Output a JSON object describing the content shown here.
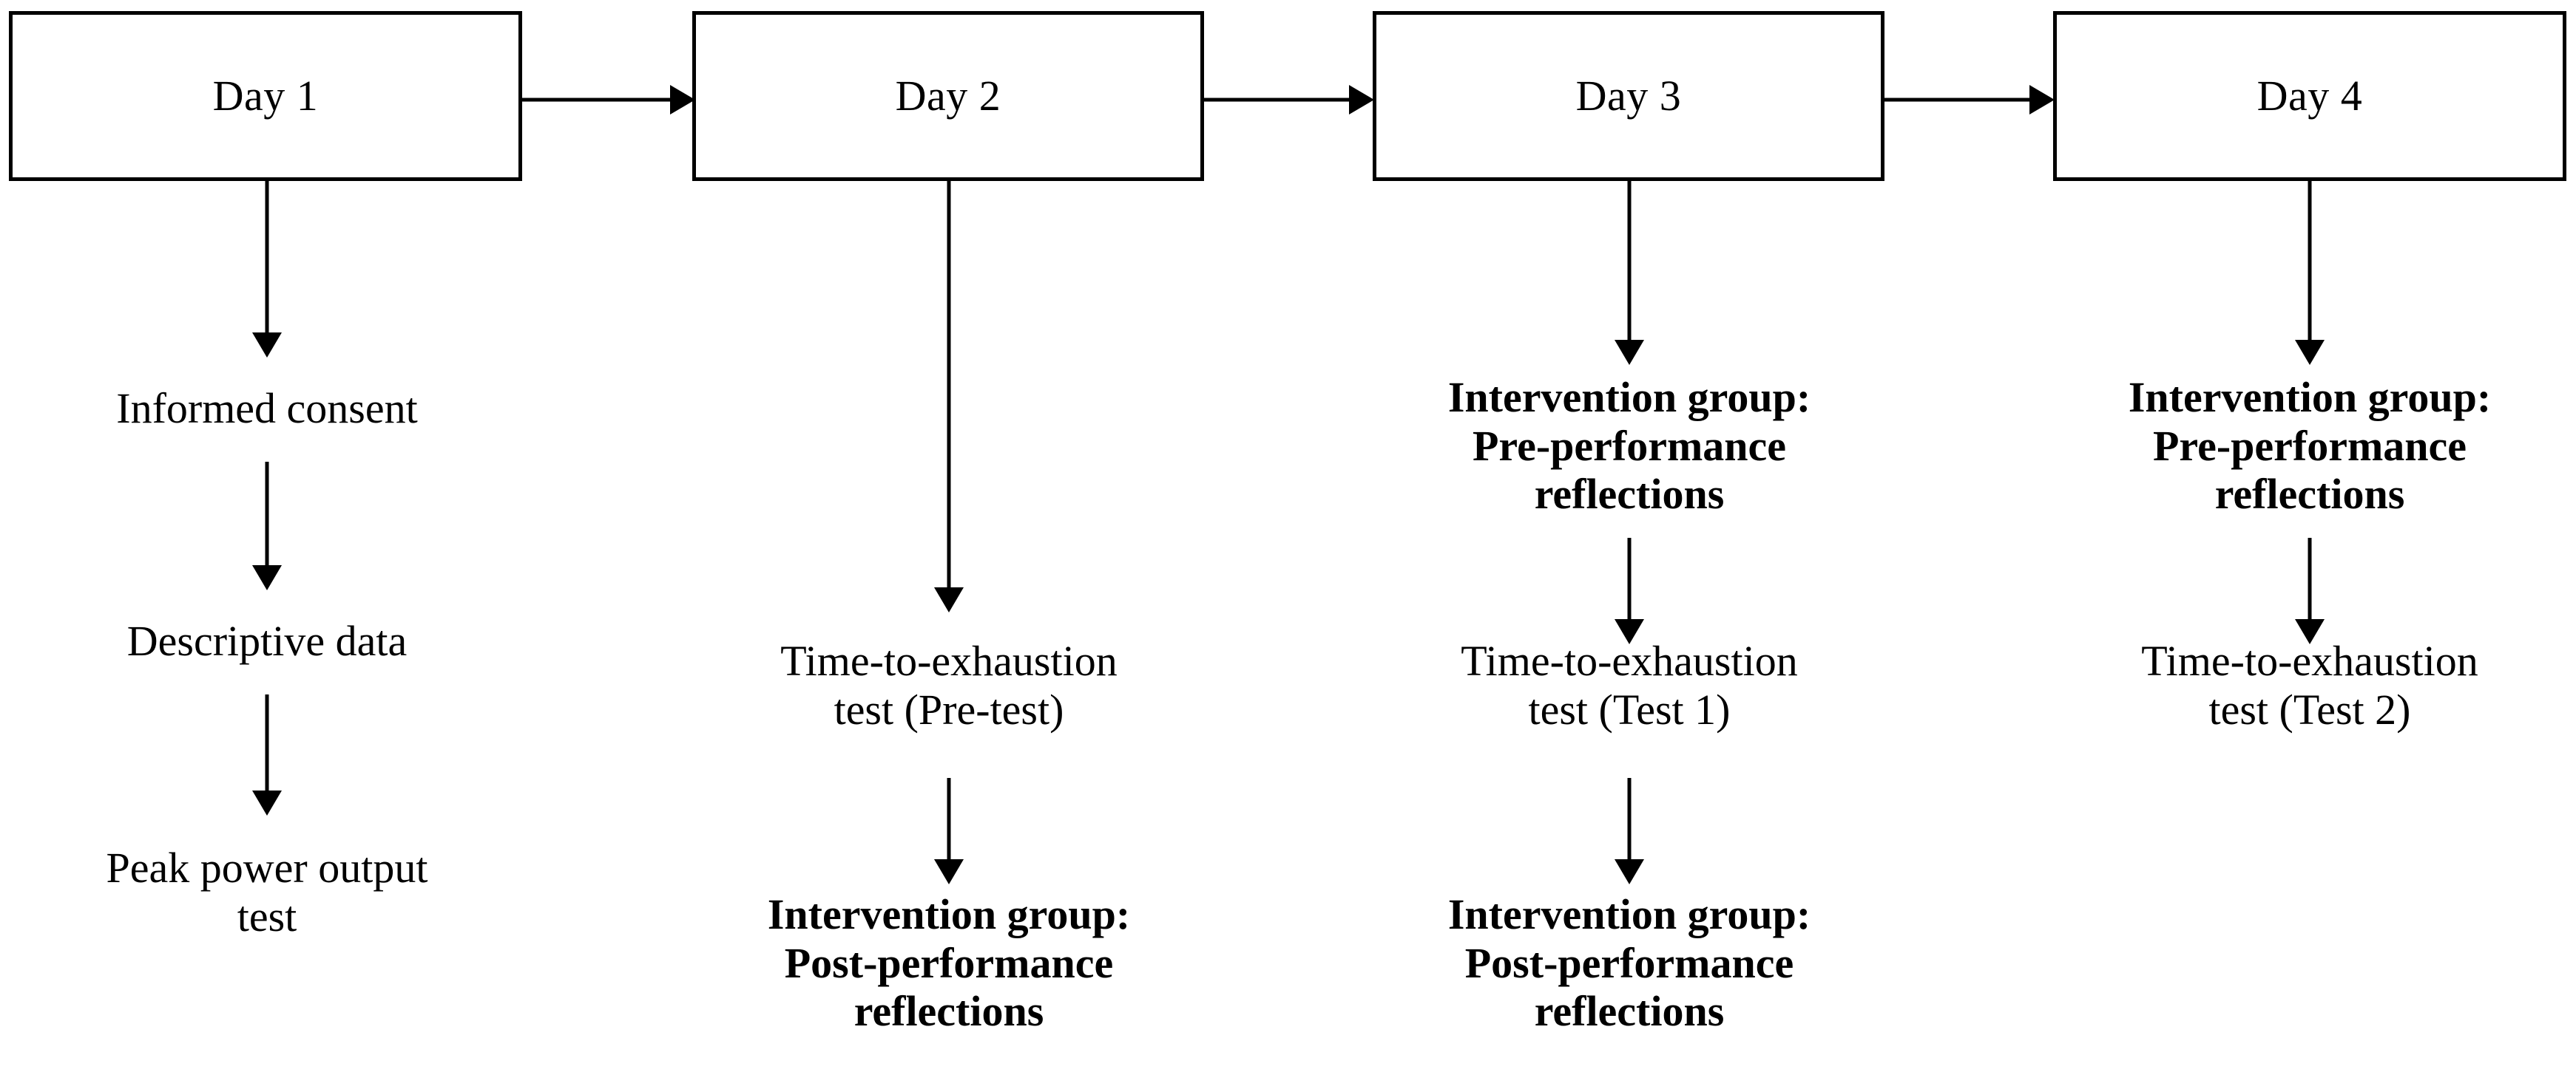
{
  "diagram": {
    "title": "Study protocol timeline flowchart",
    "columns": [
      {
        "id": "day-1",
        "header": "Day 1",
        "steps": [
          {
            "id": "informed-consent",
            "text": "Informed consent",
            "bold": false
          },
          {
            "id": "descriptive-data",
            "text": "Descriptive data",
            "bold": false
          },
          {
            "id": "peak-power-output-test",
            "text": "Peak power output\ntest",
            "bold": false
          }
        ]
      },
      {
        "id": "day-2",
        "header": "Day 2",
        "steps": [
          {
            "id": "tte-pre-test",
            "text": "Time-to-exhaustion\ntest (Pre-test)",
            "bold": false
          },
          {
            "id": "post-performance-reflections",
            "text": "Intervention group:\nPost-performance\nreflections",
            "bold": true
          }
        ]
      },
      {
        "id": "day-3",
        "header": "Day 3",
        "steps": [
          {
            "id": "pre-performance-reflections",
            "text": "Intervention group:\nPre-performance\nreflections",
            "bold": true
          },
          {
            "id": "tte-test-1",
            "text": "Time-to-exhaustion\ntest (Test 1)",
            "bold": false
          },
          {
            "id": "post-performance-reflections",
            "text": "Intervention group:\nPost-performance\nreflections",
            "bold": true
          }
        ]
      },
      {
        "id": "day-4",
        "header": "Day 4",
        "steps": [
          {
            "id": "pre-performance-reflections",
            "text": "Intervention group:\nPre-performance\nreflections",
            "bold": true
          },
          {
            "id": "tte-test-2",
            "text": "Time-to-exhaustion\ntest (Test 2)",
            "bold": false
          }
        ]
      }
    ],
    "colors": {
      "stroke": "#000000",
      "background": "#ffffff",
      "text": "#000000"
    },
    "connectors": {
      "horizontal_count": 3,
      "vertical_count": 9,
      "style": "solid-line-with-filled-triangle-arrowhead"
    }
  }
}
